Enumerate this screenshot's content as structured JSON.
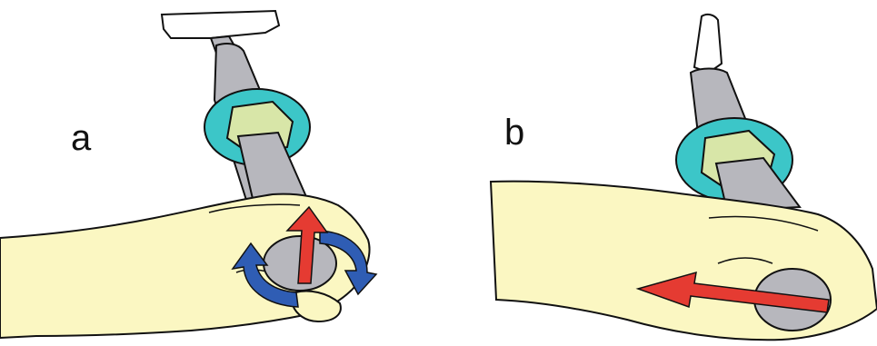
{
  "panels": [
    {
      "label": "a"
    },
    {
      "label": "b"
    }
  ],
  "colors": {
    "skin": "#fbf7c2",
    "shaft": "#b7b7bd",
    "ring": "#3cc6c8",
    "nut": "#d8e6a8",
    "arrow_red": "#e53b32",
    "arrow_blue": "#2f5db4",
    "outline": "#111111"
  },
  "icons": [
    "hand",
    "screwdriver-handle",
    "rotation-arrow",
    "push-arrow"
  ]
}
